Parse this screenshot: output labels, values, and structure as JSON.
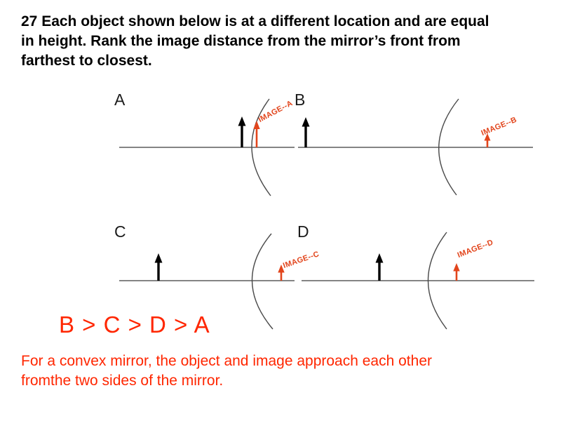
{
  "title": {
    "line1": "27 Each object shown below is at a different location and are equal",
    "line2": "in height. Rank the image distance from the mirror’s front from",
    "line3": "farthest to closest."
  },
  "panels": [
    {
      "label": "A",
      "image_label": "IMAGE--A"
    },
    {
      "label": "B",
      "image_label": "IMAGE--B"
    },
    {
      "label": "C",
      "image_label": "IMAGE--C"
    },
    {
      "label": "D",
      "image_label": "IMAGE--D"
    }
  ],
  "answer": "B > C > D > A",
  "explanation": {
    "line1": "For a convex mirror, the object and image approach each other",
    "line2": "fromthe two sides of the mirror."
  },
  "colors": {
    "ink": "#000000",
    "line": "#3a3a3a",
    "red_text": "#ff2600",
    "red_accent": "#e2451c"
  }
}
